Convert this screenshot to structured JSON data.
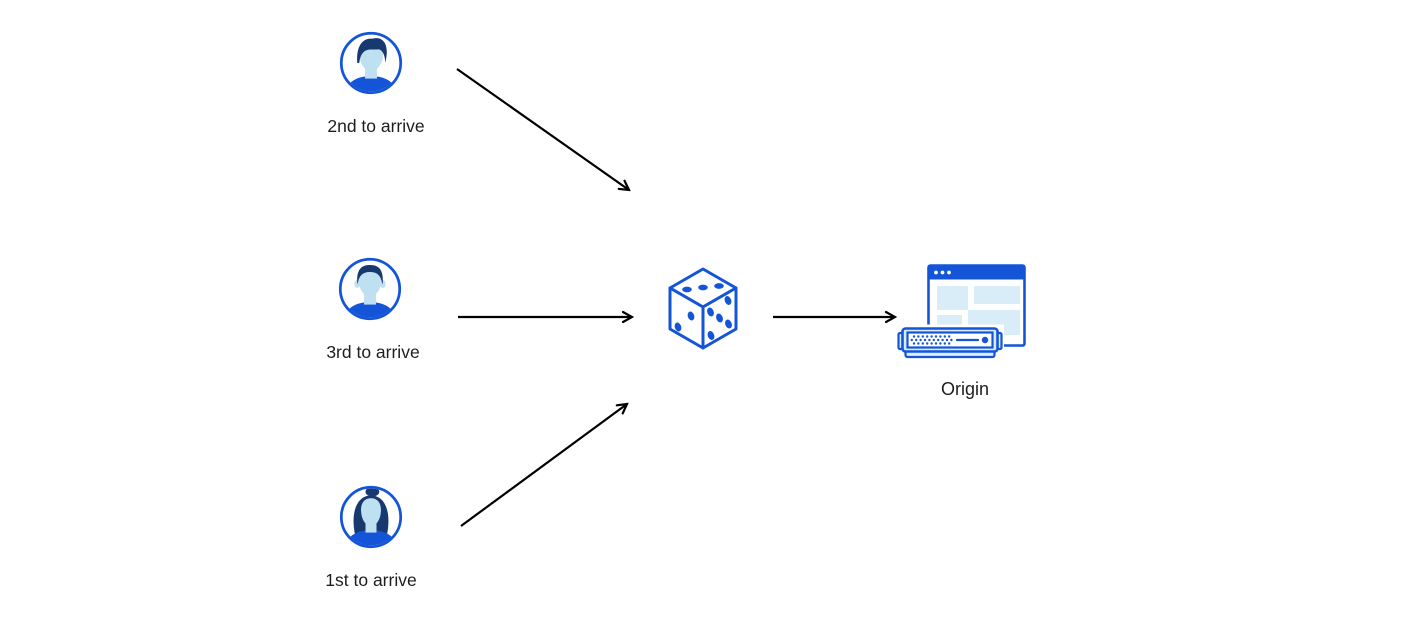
{
  "diagram": {
    "nodes": [
      {
        "id": "visitor-2nd",
        "label": "2nd to arrive",
        "icon": "male-avatar-icon"
      },
      {
        "id": "visitor-3rd",
        "label": "3rd to arrive",
        "icon": "male-avatar-icon"
      },
      {
        "id": "visitor-1st",
        "label": "1st to arrive",
        "icon": "female-avatar-icon"
      },
      {
        "id": "random-selector",
        "label": "",
        "icon": "dice-icon"
      },
      {
        "id": "origin",
        "label": "Origin",
        "icon": "origin-server-icon"
      }
    ],
    "edges": [
      {
        "from": "visitor-2nd",
        "to": "random-selector"
      },
      {
        "from": "visitor-3rd",
        "to": "random-selector"
      },
      {
        "from": "visitor-1st",
        "to": "random-selector"
      },
      {
        "from": "random-selector",
        "to": "origin"
      }
    ],
    "dice_faces": {
      "top_pips": 3,
      "left_pips": 2,
      "right_pips": 5
    },
    "colors": {
      "primary_blue": "#1455d8",
      "navy_hair": "#17396f",
      "face_fill": "#bfe0f1",
      "light_blue_fill": "#d9edf8",
      "arrow_black": "#000000",
      "text": "#1d1d1f",
      "background": "#ffffff"
    }
  }
}
